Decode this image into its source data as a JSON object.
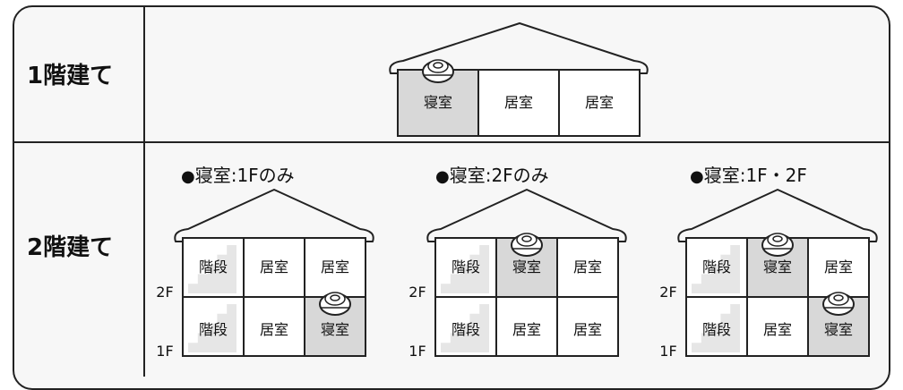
{
  "rows": {
    "one_story": "1階建て",
    "two_story": "2階建て"
  },
  "one_story_rooms": [
    "寝室",
    "居室",
    "居室"
  ],
  "cases": [
    {
      "title": "寝室:1Fのみ",
      "floor2": [
        "階段",
        "居室",
        "居室"
      ],
      "floor1": [
        "階段",
        "居室",
        "寝室"
      ]
    },
    {
      "title": "寝室:2Fのみ",
      "floor2": [
        "階段",
        "寝室",
        "居室"
      ],
      "floor1": [
        "階段",
        "居室",
        "居室"
      ]
    },
    {
      "title": "寝室:1F・2F",
      "floor2": [
        "階段",
        "寝室",
        "居室"
      ],
      "floor1": [
        "階段",
        "居室",
        "寝室"
      ]
    }
  ],
  "floor_labels": {
    "upper": "2F",
    "lower": "1F"
  },
  "bullet": "●",
  "colors": {
    "highlight": "#d8d8d8",
    "line": "#222222",
    "background": "#f7f7f7"
  },
  "icons": {
    "detector": "smoke-detector-icon",
    "stairs": "stairs-icon"
  }
}
